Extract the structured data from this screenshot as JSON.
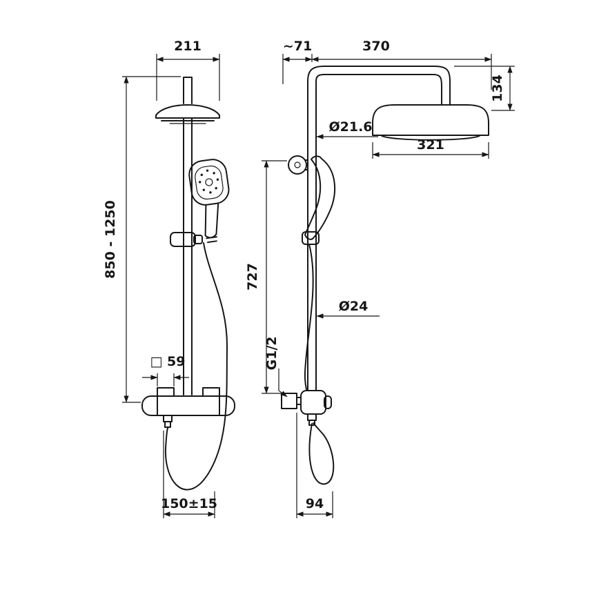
{
  "drawing": {
    "front_view": {
      "dim_head_width": "211",
      "dim_height_range": "850 - 1250",
      "dim_valve_square": "□ 59",
      "dim_hose_clearance": "150±15"
    },
    "side_view": {
      "dim_wall_offset": "~71",
      "dim_arm_reach": "370",
      "dim_head_drop": "134",
      "dim_top_pipe_diameter": "Ø21.6",
      "dim_head_depth": "321",
      "dim_riser_length": "727",
      "dim_pipe_diameter": "Ø24",
      "dim_inlet_thread": "G1/2",
      "dim_valve_depth": "94"
    }
  }
}
